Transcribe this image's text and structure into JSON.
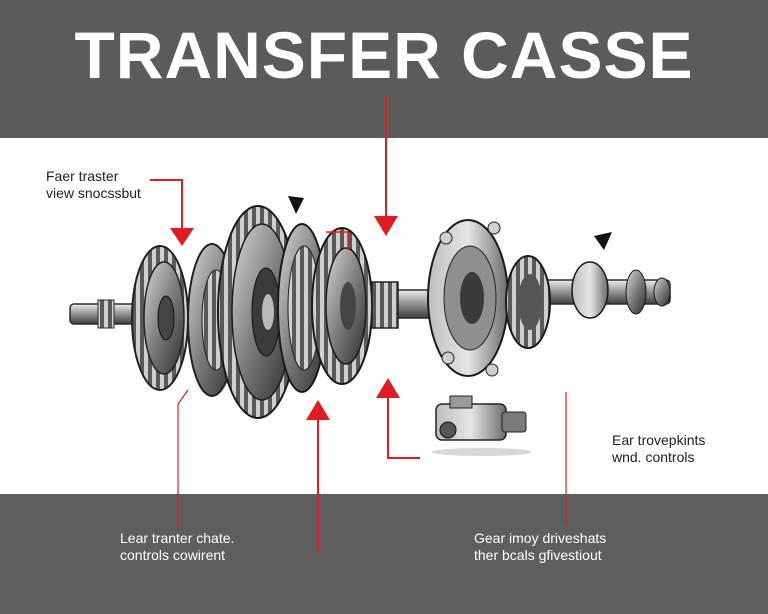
{
  "title": "TRANSFER CASSE",
  "labels": {
    "top_left": {
      "line1": "Faer traster",
      "line2": "view snocssbut"
    },
    "right_middle": {
      "line1": "Ear trovepkints",
      "line2": "wnd. controls"
    },
    "bottom_left": {
      "line1": "Lear tranter chate.",
      "line2": "controls cowirent"
    },
    "bottom_right": {
      "line1": "Gear imoy driveshats",
      "line2": "ther bcals gfivestiout"
    }
  },
  "colors": {
    "band": "#5b5b5b",
    "arrow": "#e11b22",
    "metal": "#8c8c8c",
    "metal_dark": "#3a3a3a",
    "text_light": "#ffffff",
    "text_dark": "#1e1e1e"
  }
}
